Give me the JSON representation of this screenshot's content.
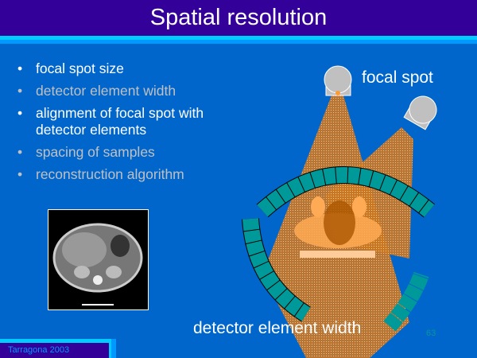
{
  "title": "Spatial resolution",
  "bullets": [
    {
      "text": "focal spot size",
      "highlight": true
    },
    {
      "text": "detector element width",
      "highlight": false
    },
    {
      "text": "alignment of focal spot with detector elements",
      "highlight": true
    },
    {
      "text": "spacing of samples",
      "highlight": false
    },
    {
      "text": "reconstruction algorithm",
      "highlight": false
    }
  ],
  "labels": {
    "focal_spot": "focal spot",
    "detector_element_width": "detector element width"
  },
  "footer": {
    "text": "Tarragona 2003"
  },
  "page_number": "63",
  "colors": {
    "background": "#0066cc",
    "title_bar": "#330099",
    "accent": "#00ccff",
    "detector": "#009999",
    "beam": "#ff9933"
  }
}
